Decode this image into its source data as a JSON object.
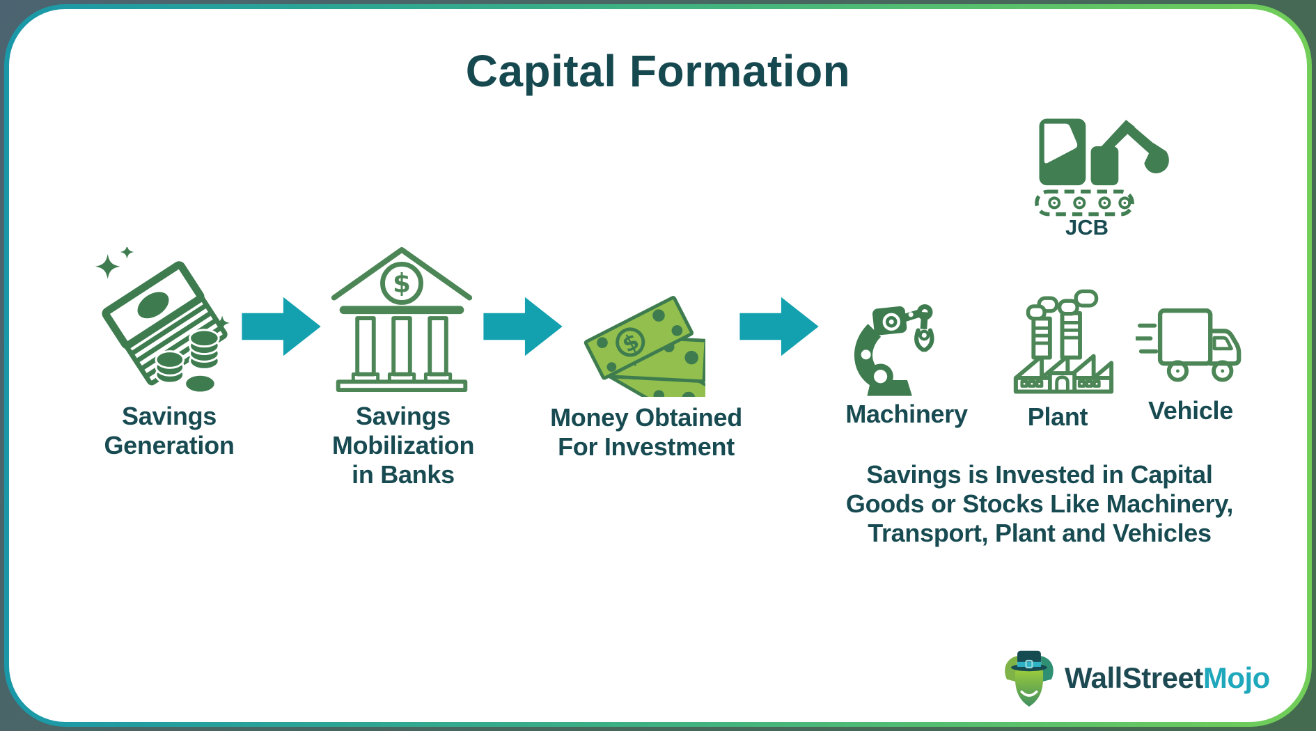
{
  "title": "Capital Formation",
  "colors": {
    "dark_teal_text": "#174B51",
    "icon_green_solid": "#3E7C4F",
    "icon_green_outline": "#4C8656",
    "bill_light_green": "#92BF4D",
    "arrow_teal": "#13A1B0",
    "border_teal": "#1A98A8",
    "border_green": "#72CE58",
    "logo_teal": "#1FA7BC"
  },
  "flow": {
    "arrow_icon": "arrow-right-icon",
    "steps": [
      {
        "icon": "money-stack-icon",
        "label": "Savings Generation",
        "lines": [
          "Savings",
          "Generation"
        ]
      },
      {
        "icon": "bank-icon",
        "label": "Savings Mobilization in Banks",
        "lines": [
          "Savings",
          "Mobilization",
          "in Banks"
        ]
      },
      {
        "icon": "money-fan-icon",
        "label": "Money Obtained For Investment",
        "lines": [
          "Money Obtained",
          "For Investment"
        ]
      }
    ],
    "destinations": [
      {
        "icon": "robot-arm-icon",
        "label": "Machinery"
      },
      {
        "icon": "factory-icon",
        "label": "Plant"
      },
      {
        "icon": "truck-icon",
        "label": "Vehicle"
      }
    ]
  },
  "jcb": {
    "icon": "excavator-icon",
    "label": "JCB"
  },
  "caption": {
    "lines": [
      "Savings is Invested in Capital",
      "Goods or Stocks Like Machinery,",
      "Transport, Plant and Vehicles"
    ]
  },
  "logo": {
    "icon": "bull-tophat-icon",
    "part1": "WallStreet",
    "part2": "Mojo"
  }
}
